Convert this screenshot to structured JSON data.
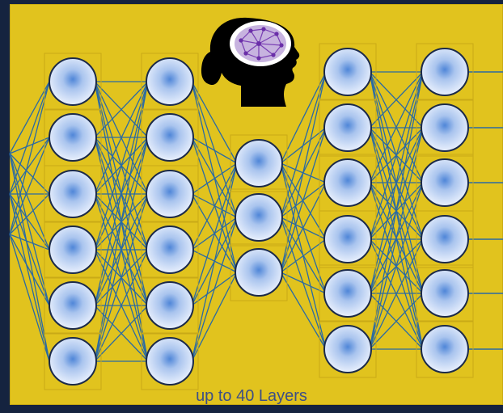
{
  "caption": "up to 40 Layers",
  "icon": "head-with-brain-icon",
  "colors": {
    "background": "#e1c31e",
    "frame": "#15233f",
    "edge": "#2a6aa3",
    "node_fill_center": "#f2f6ff",
    "node_fill_edge": "#8fb2e6",
    "node_stroke": "#1b2a4a",
    "caption": "#3d4f86"
  },
  "layers": [
    {
      "name": "layer-1",
      "nodes": 6
    },
    {
      "name": "layer-2",
      "nodes": 6
    },
    {
      "name": "layer-3",
      "nodes": 3
    },
    {
      "name": "layer-4",
      "nodes": 6
    },
    {
      "name": "layer-5",
      "nodes": 6
    }
  ]
}
